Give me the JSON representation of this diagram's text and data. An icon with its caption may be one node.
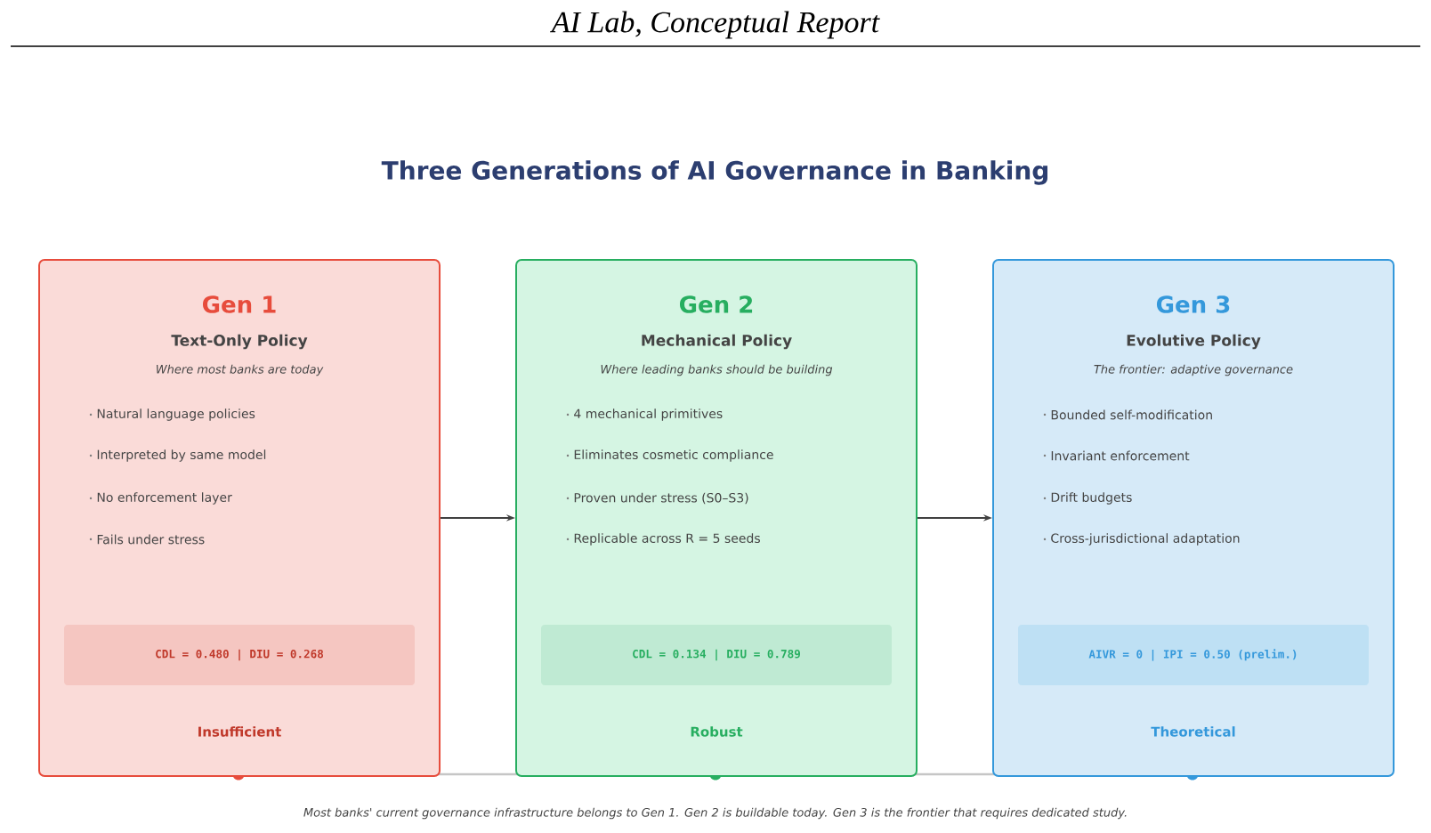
{
  "diagram": {
    "title": "Three Generations of AI Governance in Banking",
    "caption": "Most banks' current governance infrastructure belongs to Gen 1. Gen 2 is buildable today. Gen 3 is the frontier that requires dedicated study.",
    "nodes": [
      {
        "text": [
          "Gen 1",
          "Text-Only Policy",
          "Where most banks are today",
          "Natural language policies",
          "Interpreted by same model",
          "No enforcement layer",
          "Fails under stress",
          "Insufficient"
        ]
      },
      {
        "text": [
          "CDL = 0.480  |  DIU = 0.268"
        ],
        "in": 0
      },
      {
        "text": [
          "Gen 2",
          "Mechanical Policy",
          "Where leading banks should be building",
          "4 mechanical primitives",
          "Eliminates cosmetic compliance",
          "Proven under stress (S0–S3)",
          "Replicable across R = 5 seeds",
          "Robust"
        ]
      },
      {
        "text": [
          "CDL = 0.134  |  DIU = 0.789"
        ],
        "in": 2
      },
      {
        "text": [
          "Gen 3",
          "Evolutive Policy",
          "The frontier: adaptive governance",
          "Bounded self-modification",
          "Invariant enforcement",
          "Drift budgets",
          "Cross-jurisdictional adaptation",
          "Theoretical"
        ]
      },
      {
        "text": [
          "AIVR = 0  |  IPI = 0.50 (prelim.)"
        ],
        "in": 4
      }
    ],
    "edges": [
      {
        "from": 0,
        "to": 2,
        "arrow": "to"
      },
      {
        "from": 2,
        "to": 4,
        "arrow": "to"
      }
    ],
    "labels": [
      "AI Lab, Conceptual Report"
    ]
  }
}
